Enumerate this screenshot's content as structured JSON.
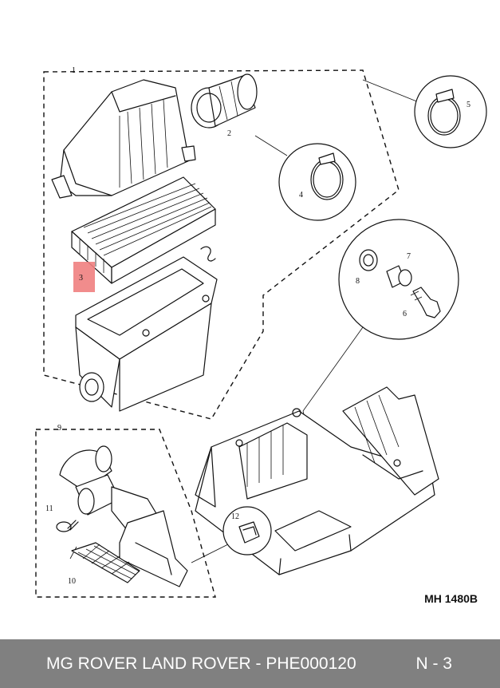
{
  "diagram": {
    "callouts": [
      "1",
      "2",
      "3",
      "4",
      "5",
      "6",
      "7",
      "8",
      "9",
      "10",
      "11",
      "12"
    ],
    "highlight_color": "#f08080",
    "code": "MH 1480B"
  },
  "footer": {
    "title": "MG ROVER LAND ROVER - PHE000120",
    "page": "N - 3",
    "background": "#808080"
  }
}
